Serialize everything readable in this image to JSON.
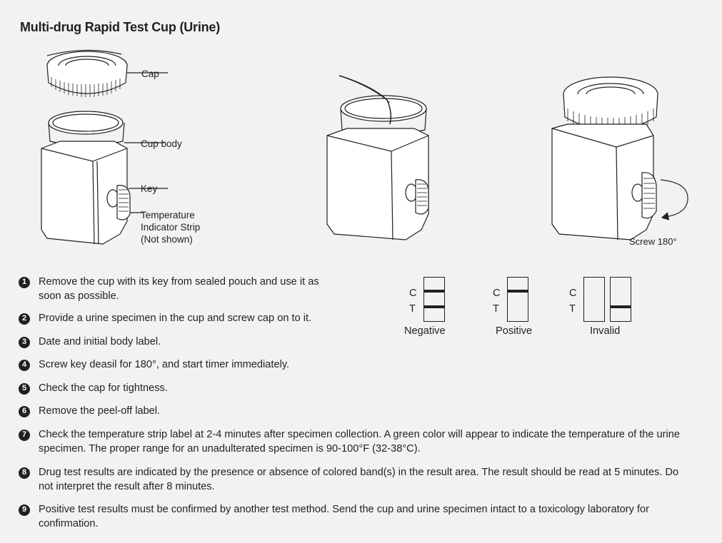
{
  "title": "Multi-drug Rapid Test Cup (Urine)",
  "callouts": {
    "cap": "Cap",
    "cup_body": "Cup body",
    "key": "Key",
    "temp_line1": "Temperature",
    "temp_line2": "Indicator Strip",
    "temp_line3": "(Not shown)",
    "screw": "Screw 180°"
  },
  "steps": [
    {
      "num": "1",
      "text": "Remove the cup with its key from sealed pouch and use it as soon as possible."
    },
    {
      "num": "2",
      "text": "Provide a urine specimen in the cup and screw cap on to it."
    },
    {
      "num": "3",
      "text": "Date and initial body label."
    },
    {
      "num": "4",
      "text": "Screw key deasil for 180°, and start timer immediately."
    },
    {
      "num": "5",
      "text": "Check the cap for tightness."
    },
    {
      "num": "6",
      "text": "Remove the peel-off label."
    },
    {
      "num": "7",
      "text": "Check the temperature strip label at 2-4 minutes after specimen collection. A green color will appear to indicate the temperature of the urine specimen. The proper range for an unadulterated specimen is 90-100°F (32-38°C)."
    },
    {
      "num": "8",
      "text": "Drug test results are indicated by the presence or absence of colored band(s) in the result area. The result should be read at 5 minutes. Do not interpret the result after 8 minutes."
    },
    {
      "num": "9",
      "text": "Positive test results must be confirmed by another test method. Send the cup and urine specimen intact to a toxicology laboratory for confirmation."
    }
  ],
  "results": {
    "c_label": "C",
    "t_label": "T",
    "negative": "Negative",
    "positive": "Positive",
    "invalid": "Invalid"
  }
}
